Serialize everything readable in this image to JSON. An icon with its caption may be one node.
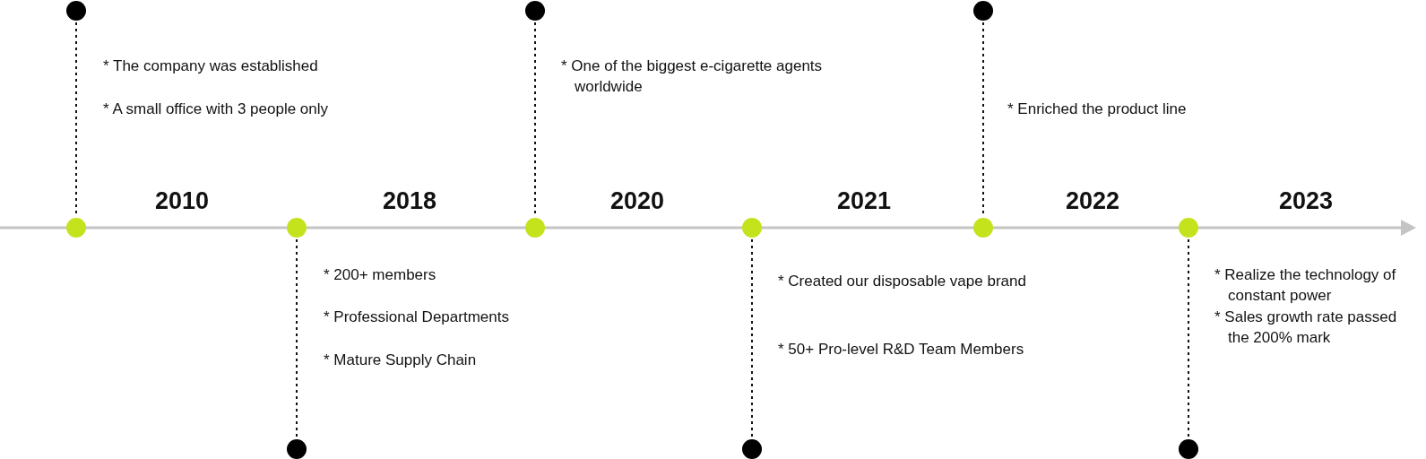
{
  "diagram": {
    "nodes": [
      {
        "text": [],
        "shape": "circle"
      },
      {
        "text": [],
        "shape": "circle"
      },
      {
        "text": [],
        "shape": "circle"
      },
      {
        "text": [],
        "shape": "circle"
      },
      {
        "text": [],
        "shape": "circle"
      },
      {
        "text": [],
        "shape": "circle"
      },
      {
        "text": [],
        "shape": "circle"
      },
      {
        "text": [],
        "shape": "circle"
      },
      {
        "text": [],
        "shape": "circle"
      },
      {
        "text": [],
        "shape": "circle"
      },
      {
        "text": [],
        "shape": "circle"
      },
      {
        "text": [],
        "shape": "circle"
      }
    ],
    "edges": [
      {
        "from": 0,
        "to": 3,
        "arrow": "none",
        "style": "dashed"
      },
      {
        "from": 1,
        "to": 5,
        "arrow": "none",
        "style": "dashed"
      },
      {
        "from": 2,
        "to": 7,
        "arrow": "none",
        "style": "dashed"
      },
      {
        "from": 4,
        "to": 9,
        "arrow": "none",
        "style": "dashed"
      },
      {
        "from": 6,
        "to": 10,
        "arrow": "none",
        "style": "dashed"
      },
      {
        "from": 8,
        "to": 11,
        "arrow": "none",
        "style": "dashed"
      }
    ],
    "labels": [
      "* The company was established",
      "* A small office with 3 people only",
      "* One of the biggest e-cigarette agents worldwide",
      "* Enriched the product line",
      "2010",
      "2018",
      "2020",
      "2021",
      "2022",
      "2023",
      "* 200+ members",
      "* Professional Departments",
      "* Mature Supply Chain",
      "* Created our disposable vape brand",
      "* 50+ Pro-level R&D Team Members",
      "* Realize the technology of constant power",
      "* Sales growth rate passed the 200% mark"
    ]
  }
}
